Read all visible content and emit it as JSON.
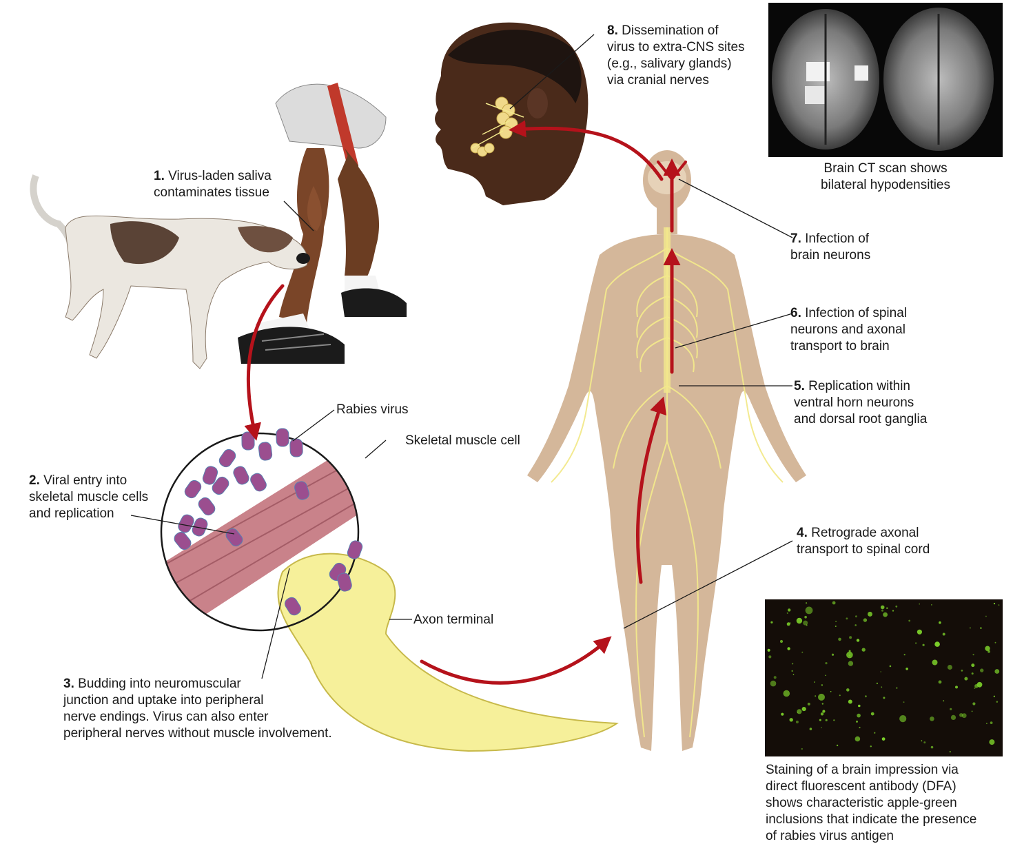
{
  "steps": [
    {
      "num": "1.",
      "text": "Virus-laden saliva\ncontaminates tissue"
    },
    {
      "num": "2.",
      "text": "Viral entry into\nskeletal muscle cells\nand replication"
    },
    {
      "num": "3.",
      "text": "Budding into neuromuscular\njunction and uptake into peripheral\nnerve endings. Virus can also enter\nperipheral nerves without muscle involvement."
    },
    {
      "num": "4.",
      "text": "Retrograde axonal\ntransport to spinal cord"
    },
    {
      "num": "5.",
      "text": "Replication within\nventral horn neurons\nand dorsal root ganglia"
    },
    {
      "num": "6.",
      "text": "Infection of spinal\nneurons and axonal\ntransport to brain"
    },
    {
      "num": "7.",
      "text": "Infection of\nbrain neurons"
    },
    {
      "num": "8.",
      "text": "Dissemination of\nvirus to extra-CNS sites\n(e.g., salivary glands)\nvia cranial nerves"
    }
  ],
  "labels": {
    "rabies_virus": "Rabies virus",
    "skeletal_muscle_cell": "Skeletal muscle cell",
    "axon_terminal": "Axon terminal"
  },
  "captions": {
    "ct_scan": "Brain CT scan shows\nbilateral hypodensities",
    "dfa": "Staining of a brain impression via\ndirect fluorescent antibody (DFA)\nshows characteristic apple-green\ninclusions that indicate the presence\nof rabies virus antigen"
  },
  "colors": {
    "arrow": "#b5121b",
    "nerve": "#f3e98c",
    "skin": "#d8bfa5",
    "muscle": "#c9828a",
    "virus": "#9b4e8f",
    "dfa_green": "#7cd12a"
  }
}
